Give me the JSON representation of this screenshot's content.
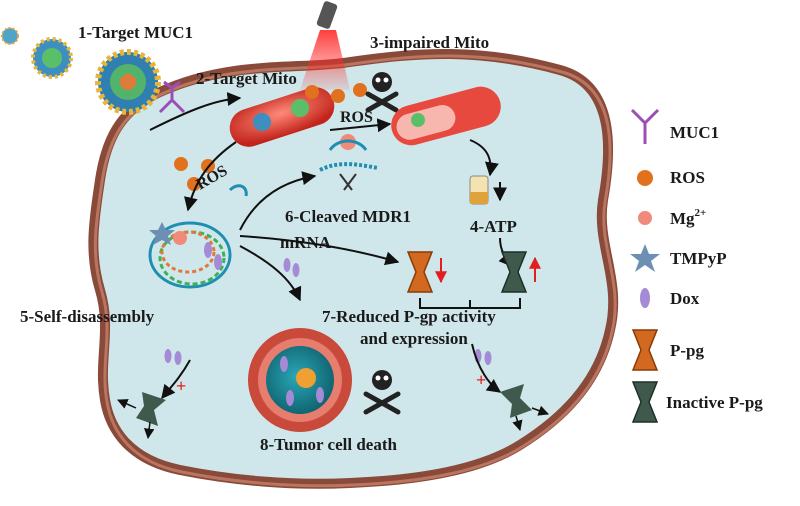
{
  "steps": {
    "s1": "1-Target MUC1",
    "s2": "2-Target Mito",
    "s3": "3-impaired Mito",
    "s4": "4-ATP",
    "s5": "5-Self-disassembly",
    "s6_line1": "6-Cleaved MDR1",
    "s6_line2": "mRNA",
    "s7_line1": "7-Reduced P-gp activity",
    "s7_line2": "and expression",
    "s8": "8-Tumor cell death"
  },
  "ros_labels": {
    "upper": "ROS",
    "left": "ROS"
  },
  "legend": {
    "muc1": "MUC1",
    "ros": "ROS",
    "mg": "Mg",
    "mg_sup": "2+",
    "tmpyp": "TMPyP",
    "dox": "Dox",
    "ppg": "P-pg",
    "inactive": "Inactive P-pg"
  },
  "colors": {
    "cytoplasm": "#cfe7ea",
    "membrane": "#8a4a3a",
    "mito_red": "#e8493f",
    "ros_orange": "#e2711d",
    "mg_pink": "#f08a7a",
    "tmpyp_blue": "#6d8fb3",
    "dox_purple": "#a58ad6",
    "muc1_purple": "#9b4fb5",
    "pgp_orange": "#d2691e",
    "pgp_inactive": "#3f5a4d",
    "arrow_red": "#e02020"
  }
}
